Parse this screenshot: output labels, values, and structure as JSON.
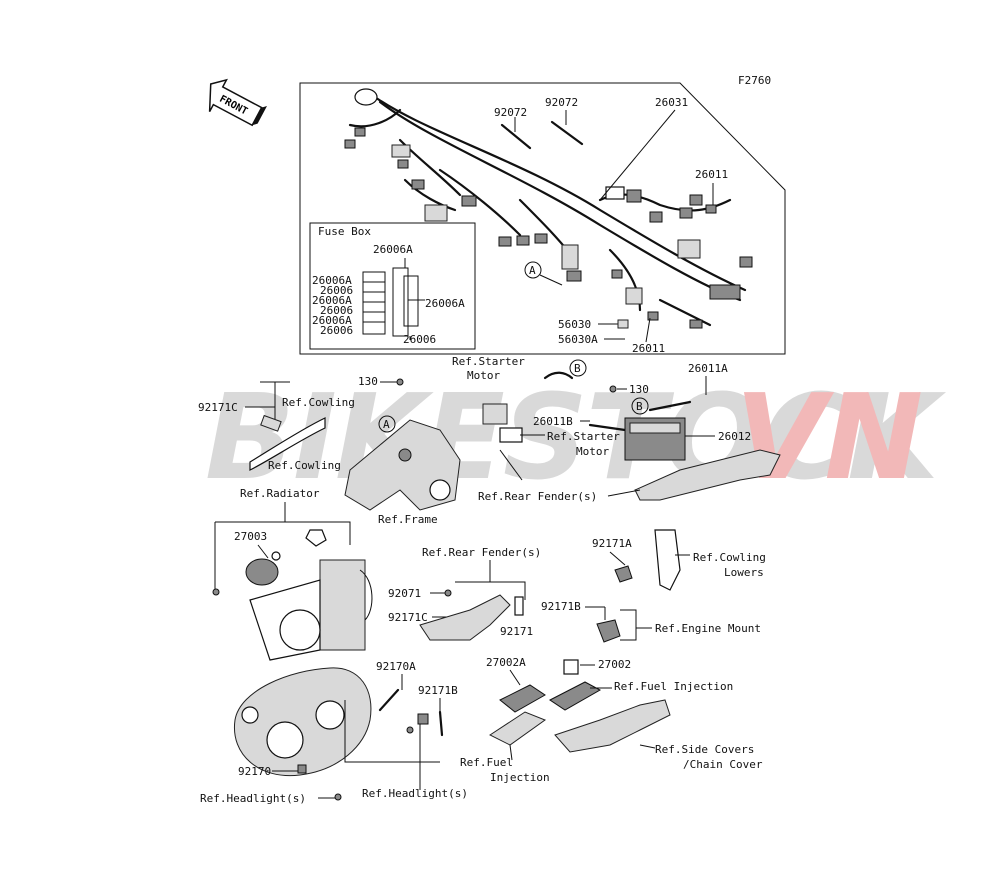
{
  "figure_code": "F2760",
  "front_label": "FRONT",
  "watermark": {
    "part1": "BIKESTOCK",
    "part2": "VN",
    "color1": "#d9d9d9",
    "color2": "#f2b8b8"
  },
  "fuse_box": {
    "title": "Fuse Box",
    "left_labels": [
      "26006A",
      "26006",
      "26006A",
      "26006",
      "26006A",
      "26006"
    ],
    "top_label": "26006A",
    "right_label": "26006A",
    "bottom_label": "26006"
  },
  "callouts": {
    "p92072a": "92072",
    "p92072b": "92072",
    "p26031": "26031",
    "p26011a": "26011",
    "p26011b": "26011",
    "p56030": "56030",
    "p56030a": "56030A",
    "p92171c_top": "92171C",
    "p130a": "130",
    "p130b": "130",
    "p26011a_b": "26011A",
    "p26011b_b": "26011B",
    "p26012": "26012",
    "p27003": "27003",
    "p92071": "92071",
    "p92171c_mid": "92171C",
    "p92171": "92171",
    "p92171a": "92171A",
    "p92171b_mid": "92171B",
    "p92170a": "92170A",
    "p92171b_low": "92171B",
    "p27002a": "27002A",
    "p27002": "27002",
    "p92170": "92170"
  },
  "refs": {
    "cowling_a": "Ref.Cowling",
    "cowling_b": "Ref.Cowling",
    "starter_motor_a_1": "Ref.Starter",
    "starter_motor_a_2": "Motor",
    "starter_motor_b_1": "Ref.Starter",
    "starter_motor_b_2": "Motor",
    "rear_fender_a": "Ref.Rear Fender(s)",
    "rear_fender_b": "Ref.Rear Fender(s)",
    "frame": "Ref.Frame",
    "radiator": "Ref.Radiator",
    "cowling_lowers_1": "Ref.Cowling",
    "cowling_lowers_2": "Lowers",
    "engine_mount": "Ref.Engine Mount",
    "fuel_injection_a": "Ref.Fuel Injection",
    "fuel_injection_b_1": "Ref.Fuel",
    "fuel_injection_b_2": "Injection",
    "side_covers_1": "Ref.Side Covers",
    "side_covers_2": "/Chain Cover",
    "headlight_a": "Ref.Headlight(s)",
    "headlight_b": "Ref.Headlight(s)"
  },
  "circle_markers": {
    "a1": "A",
    "a2": "A",
    "b1": "B",
    "b2": "B"
  }
}
